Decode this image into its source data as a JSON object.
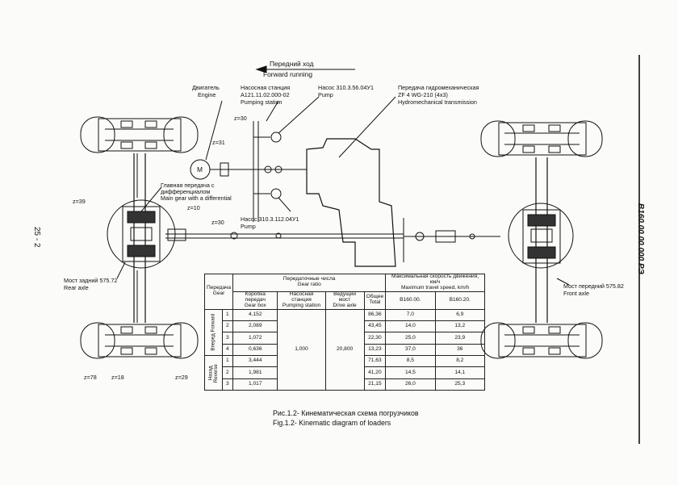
{
  "header": {
    "forward_ru": "Передний ход",
    "forward_en": "Forward running"
  },
  "labels": {
    "engine_ru": "Двигатель",
    "engine_en": "Engine",
    "engine_symbol": "M",
    "pump_station_ru": "Насосная станция",
    "pump_station_code": "А121.11.02.000-02",
    "pump_station_en": "Pumping station",
    "pump1_ru": "Насос 310.3.56.04У1",
    "pump1_en": "Pump",
    "transmission_ru": "Передача гидромеханическая",
    "transmission_code": "ZF 4 WG-210 (4x3)",
    "transmission_en": "Hydromechanical transmission",
    "main_gear_ru_1": "Главная передача с",
    "main_gear_ru_2": "дифференциалом",
    "main_gear_en": "Main gear with a differential",
    "pump2_ru": "Насос 310.3.112.04У1",
    "pump2_en": "Pump",
    "rear_axle_ru": "Мост задний 575.72",
    "rear_axle_en": "Rear axle",
    "front_axle_ru": "Мост передний 575.82",
    "front_axle_en": "Front axle"
  },
  "teeth": {
    "z30_top": "z=30",
    "z31": "z=31",
    "z30_bottom": "z=30",
    "z39": "z=39",
    "z10": "z=10",
    "z78": "z=78",
    "z18": "z=18",
    "z29": "z=29"
  },
  "table": {
    "h_gear_ru": "Передача",
    "h_gear_en": "Gear",
    "h_ratio_ru": "Передаточные числа",
    "h_ratio_en": "Gear ratio",
    "h_speed_ru": "Максимальная скорость движения, км/ч",
    "h_speed_en": "Maximum travel speed, km/h",
    "h_gearbox_ru": "Коробка передач",
    "h_gearbox_en": "Gear box",
    "h_pump_ru": "Насосная станция",
    "h_pump_en": "Pumping station",
    "h_axle_ru": "Ведущий мост",
    "h_axle_en": "Drive axle",
    "h_total_ru": "Общее",
    "h_total_en": "Total",
    "h_b180": "В160.00.",
    "h_b160": "В160.20.",
    "forward_ru": "Вперед",
    "forward_en": "Forward",
    "reverse_ru": "Назад",
    "reverse_en": "Reverse",
    "pump_ratio": "1,000",
    "axle_ratio": "20,800",
    "forward_rows": [
      {
        "gear": "1",
        "gearbox": "4,152",
        "total": "86,36",
        "s1": "7,0",
        "s2": "6,9"
      },
      {
        "gear": "2",
        "gearbox": "2,089",
        "total": "43,45",
        "s1": "14,0",
        "s2": "13,2"
      },
      {
        "gear": "3",
        "gearbox": "1,072",
        "total": "22,30",
        "s1": "25,0",
        "s2": "23,9"
      },
      {
        "gear": "4",
        "gearbox": "0,636",
        "total": "13,23",
        "s1": "37,0",
        "s2": "36"
      }
    ],
    "reverse_rows": [
      {
        "gear": "1",
        "gearbox": "3,444",
        "total": "71,63",
        "s1": "8,5",
        "s2": "8,2"
      },
      {
        "gear": "2",
        "gearbox": "1,981",
        "total": "41,20",
        "s1": "14,5",
        "s2": "14,1"
      },
      {
        "gear": "3",
        "gearbox": "1,017",
        "total": "21,15",
        "s1": "26,0",
        "s2": "25,3"
      }
    ]
  },
  "caption": {
    "ru": "Рис.1.2- Кинематическая схема погрузчиков",
    "en": "Fig.1.2- Kinematic diagram of loaders"
  },
  "side_code": "В160.00.00.000 РЭ",
  "page_number": "25 - 2"
}
